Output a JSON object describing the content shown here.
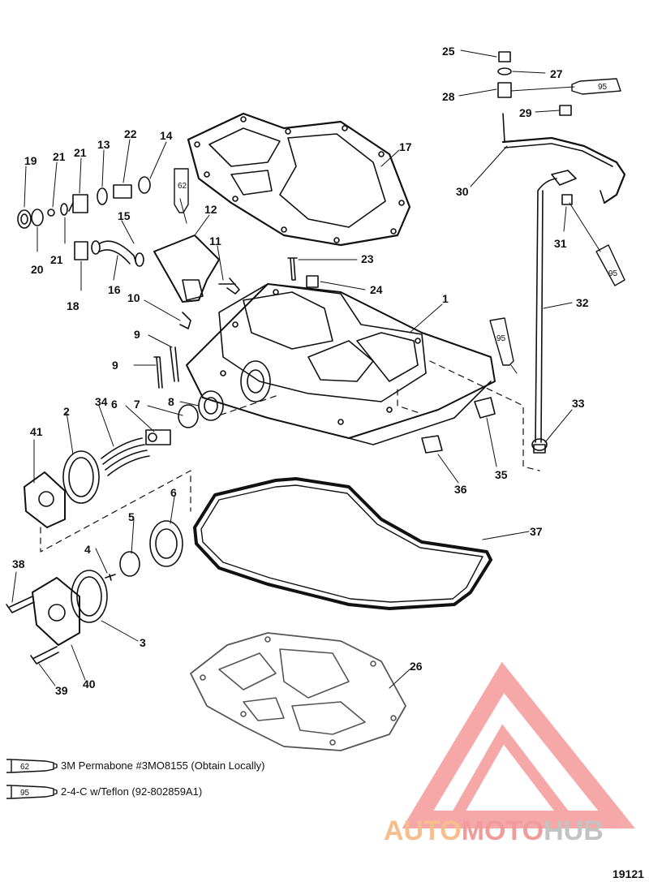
{
  "diagram": {
    "callouts": [
      "1",
      "2",
      "3",
      "4",
      "5",
      "6",
      "6",
      "7",
      "8",
      "9",
      "9",
      "10",
      "11",
      "12",
      "13",
      "14",
      "15",
      "16",
      "17",
      "18",
      "19",
      "20",
      "21",
      "21",
      "21",
      "22",
      "23",
      "24",
      "25",
      "26",
      "27",
      "28",
      "29",
      "30",
      "31",
      "32",
      "33",
      "34",
      "35",
      "36",
      "37",
      "38",
      "39",
      "40",
      "41"
    ],
    "tube_markers": [
      "95",
      "62",
      "95",
      "95"
    ],
    "legend": [
      {
        "code": "62",
        "text": "3M Permabone #3MO8155 (Obtain Locally)"
      },
      {
        "code": "95",
        "text": "2-4-C w/Teflon (92-802859A1)"
      }
    ],
    "figure_id": "19121"
  },
  "watermark": {
    "part1": "AUTO",
    "part2": "MOTO",
    "part3": "HUB",
    "colors": {
      "auto": "#f6b27a",
      "moto": "#f08a8a",
      "hub": "#b9b9b9",
      "triangle": "#f59a9a"
    }
  }
}
